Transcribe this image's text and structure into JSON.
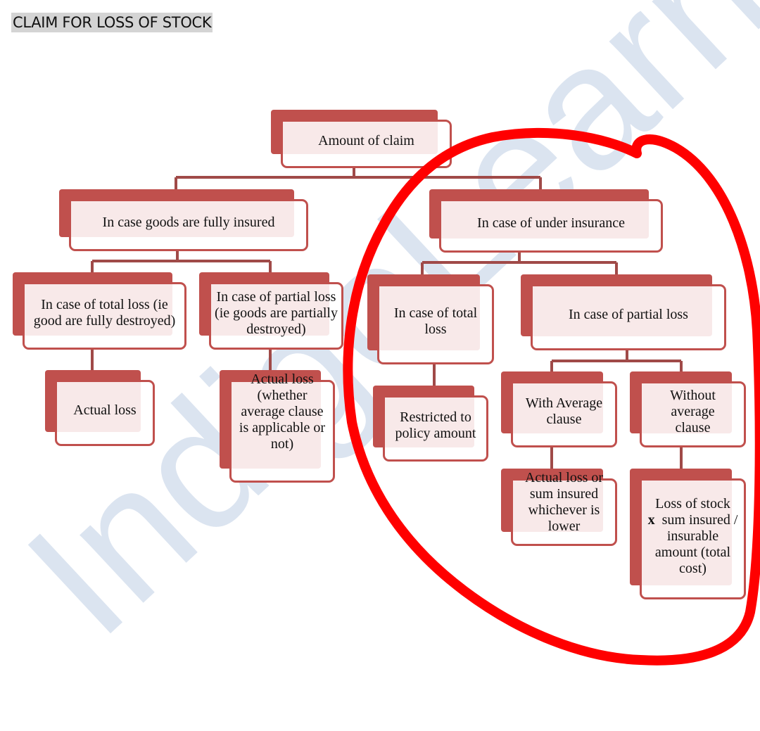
{
  "title": "CLAIM FOR LOSS OF STOCK",
  "watermark": "IndigoLearn",
  "colors": {
    "box_dark": "#c0504d",
    "box_light": "#f8e9e9",
    "connector": "#a04a48",
    "annotation": "#ff0000",
    "watermark": "#dbe4f0"
  },
  "nodes": {
    "root": "Amount of claim",
    "fully_insured": "In case goods are fully insured",
    "under_insurance": "In case of under insurance",
    "fi_total_loss": "In case of total loss (ie good are fully destroyed)",
    "fi_partial_loss": "In case of partial loss (ie goods are partially destroyed)",
    "ui_total_loss": "In case of total loss",
    "ui_partial_loss": "In case of partial loss",
    "fi_total_result": "Actual loss",
    "fi_partial_result": "Actual loss (whether average clause is applicable or not)",
    "ui_total_result": "Restricted to policy amount",
    "with_average": "With Average clause",
    "without_average": "Without average clause",
    "with_average_result": "Actual loss or sum insured whichever is lower",
    "without_average_result_1": "Loss of stock",
    "without_average_result_x": "x",
    "without_average_result_2": "sum insured / insurable amount (total cost)"
  }
}
